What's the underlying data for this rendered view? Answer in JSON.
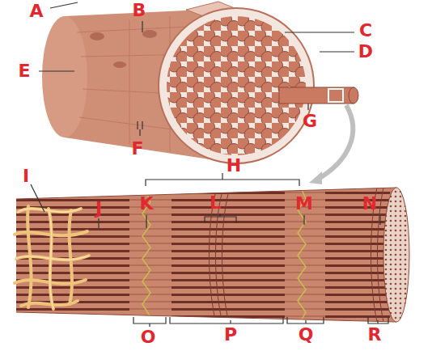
{
  "diagram": {
    "labels": [
      "A",
      "B",
      "C",
      "D",
      "E",
      "F",
      "G",
      "H",
      "I",
      "J",
      "K",
      "L",
      "M",
      "N",
      "O",
      "P",
      "Q",
      "R"
    ]
  }
}
